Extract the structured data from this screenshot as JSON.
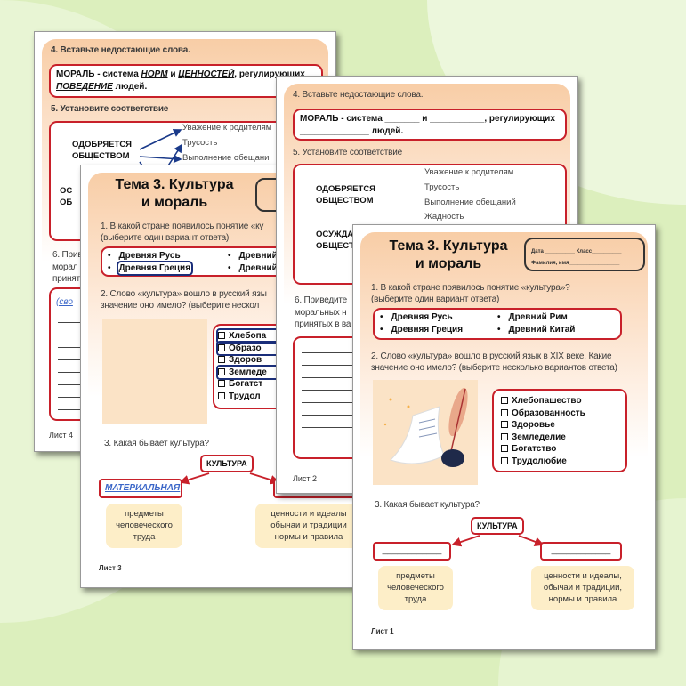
{
  "background_color": "#dcefbd",
  "accent_color": "#c8202a",
  "answer_highlight_color": "#1a2e7a",
  "sheet4": {
    "q4": "4. Вставьте недостающие слова.",
    "moral_prefix": "МОРАЛЬ  - система ",
    "w1": "НОРМ",
    "and": " и ",
    "w2": "ЦЕННОСТЕЙ",
    "mid": ", регулирующих",
    "w3": "ПОВЕДЕНИЕ",
    "suffix": " людей.",
    "q5": "5. Установите соответствие",
    "approved": [
      "ОДОБРЯЕТСЯ",
      "ОБЩЕСТВОМ"
    ],
    "condemned": [
      "ОС",
      "ОБ"
    ],
    "items": [
      "Уважение к родителям",
      "Трусость",
      "Выполнение обещани"
    ],
    "q6": [
      "6. Прив",
      "морал",
      "принят"
    ],
    "answer_start": "(сво",
    "footer": "Лист 4"
  },
  "sheet3": {
    "title": [
      "Тема 3. Культура",
      "и мораль"
    ],
    "q1": [
      "1. В какой стране появилось понятие «ку",
      "(выберите один вариант ответа)"
    ],
    "options": [
      "Древняя Русь",
      "Древняя Греция",
      "Древний",
      "Древний"
    ],
    "q2": [
      "2. Слово «культура» вошло в русский язы",
      "значение оно имело? (выберите нескол"
    ],
    "checks": [
      "Хлебопа",
      "Образо",
      "Здоров",
      "Земледе",
      "Богатст",
      "Трудол"
    ],
    "q3": "3. Какая бывает культура?",
    "center": "КУЛЬТУРА",
    "left_answer": "МАТЕРИАЛЬНАЯ",
    "left_note": [
      "предметы",
      "человеческого",
      "труда"
    ],
    "right_note": [
      "ценности и идеалы",
      "обычаи и традиции",
      "нормы и правила"
    ],
    "footer": "Лист 3"
  },
  "sheet2": {
    "q4": "4. Вставьте недостающие слова.",
    "moral_line1": "МОРАЛЬ  - система _______ и ___________, регулирующих",
    "moral_line2": "______________ людей.",
    "q5": "5. Установите соответствие",
    "approved": [
      "ОДОБРЯЕТСЯ",
      "ОБЩЕСТВОМ"
    ],
    "condemned": [
      "ОСУЖДА",
      "ОБЩЕСТ"
    ],
    "items": [
      "Уважение к родителям",
      "Трусость",
      "Выполнение обещаний",
      "Жадность"
    ],
    "q6": [
      "6. Приведите",
      "моральных н",
      "принятых в ва"
    ],
    "footer": "Лист 2"
  },
  "sheet1": {
    "title": [
      "Тема 3. Культура",
      "и мораль"
    ],
    "date_label": "Дата __________ Класс__________",
    "name_label": "Фамилия, имя_________________",
    "q1": [
      "1. В какой стране появилось понятие «культура»?",
      "(выберите один вариант ответа)"
    ],
    "options": [
      "Древняя Русь",
      "Древняя Греция",
      "Древний Рим",
      "Древний Китай"
    ],
    "q2": [
      "2. Слово «культура» вошло в русский язык в XIX веке. Какие",
      "значение оно имело? (выберите несколько вариантов ответа)"
    ],
    "checks": [
      "Хлебопашество",
      "Образованность",
      "Здоровье",
      "Земледелие",
      "Богатство",
      "Трудолюбие"
    ],
    "q3": "3. Какая бывает культура?",
    "center": "КУЛЬТУРА",
    "blank": "____________",
    "left_note": [
      "предметы",
      "человеческого",
      "труда"
    ],
    "right_note": [
      "ценности и идеалы,",
      "обычаи и традиции,",
      "нормы и правила"
    ],
    "footer": "Лист 1"
  }
}
